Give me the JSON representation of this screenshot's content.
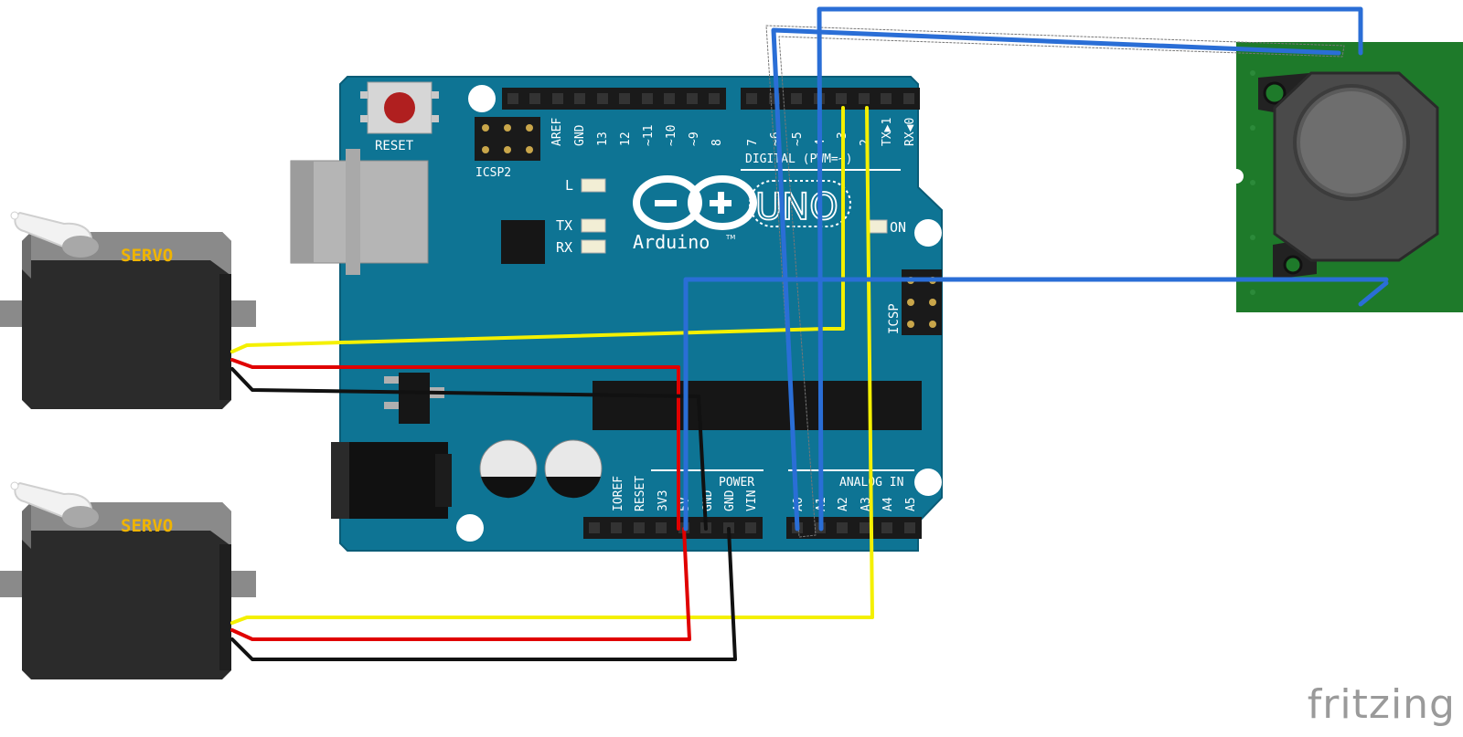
{
  "board": {
    "brand": "Arduino",
    "trademark": "TM",
    "model": "UNO",
    "reset_label": "RESET",
    "icsp2_label": "ICSP2",
    "icsp_label": "ICSP",
    "digital_label": "DIGITAL (PWM=~)",
    "power_label": "POWER",
    "analog_label": "ANALOG IN",
    "on_label": "ON",
    "led_labels": [
      "L",
      "TX",
      "RX"
    ],
    "digital_pins": [
      "AREF",
      "GND",
      "13",
      "12",
      "~11",
      "~10",
      "~9",
      "8",
      "7",
      "~6",
      "~5",
      "4",
      "~3",
      "2",
      "TX▶1",
      "RX◀0"
    ],
    "power_pins": [
      "IOREF",
      "RESET",
      "3V3",
      "5V",
      "GND",
      "GND",
      "VIN"
    ],
    "analog_pins": [
      "A0",
      "A1",
      "A2",
      "A3",
      "A4",
      "A5"
    ]
  },
  "servos": [
    {
      "label": "SERVO"
    },
    {
      "label": "SERVO"
    }
  ],
  "joystick": {
    "pin_count": 5
  },
  "wires": {
    "colors": {
      "signal": "#f4f000",
      "power": "#e00000",
      "ground": "#111111",
      "link": "#2a6ed6"
    }
  },
  "colors": {
    "board": "#0e7494",
    "pcb_joystick": "#1e7a2a",
    "reset_button": "#b01f1f",
    "servo_body": "#2b2b2b",
    "servo_label": "#f0b400"
  },
  "watermark": "fritzing"
}
